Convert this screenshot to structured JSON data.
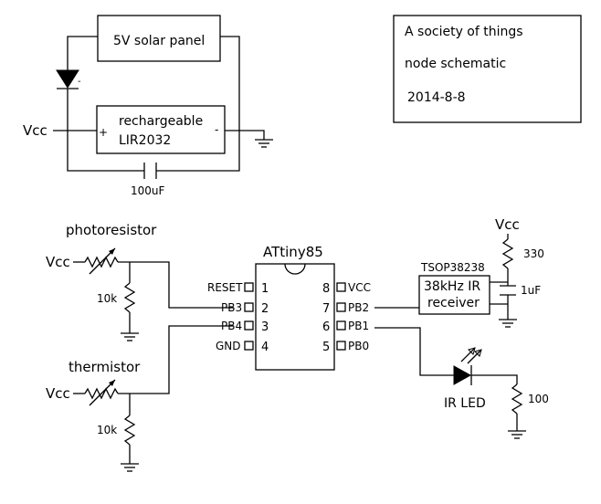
{
  "title_box": {
    "line1": "A society of things",
    "line2": "node schematic",
    "date": "2014-8-8"
  },
  "power": {
    "solar_panel": "5V solar panel",
    "battery_line1": "rechargeable",
    "battery_line2": "LIR2032",
    "plus": "+",
    "minus": "-",
    "diode_minus": "-",
    "vcc": "Vcc",
    "cap": "100uF"
  },
  "sensors": {
    "photoresistor": "photoresistor",
    "thermistor": "thermistor",
    "vcc1": "Vcc",
    "vcc2": "Vcc",
    "r1": "10k",
    "r2": "10k"
  },
  "mcu": {
    "name": "ATtiny85",
    "left_pins": [
      {
        "label": "RESET",
        "num": "1"
      },
      {
        "label": "PB3",
        "num": "2"
      },
      {
        "label": "PB4",
        "num": "3"
      },
      {
        "label": "GND",
        "num": "4"
      }
    ],
    "right_pins": [
      {
        "num": "8",
        "label": "VCC"
      },
      {
        "num": "7",
        "label": "PB2"
      },
      {
        "num": "6",
        "label": "PB1"
      },
      {
        "num": "5",
        "label": "PB0"
      }
    ]
  },
  "ir_receiver": {
    "part": "TSOP38238",
    "line1": "38kHz IR",
    "line2": "receiver",
    "vcc": "Vcc",
    "r": "330",
    "cap": "1uF"
  },
  "ir_led": {
    "label": "IR LED",
    "r": "100"
  }
}
